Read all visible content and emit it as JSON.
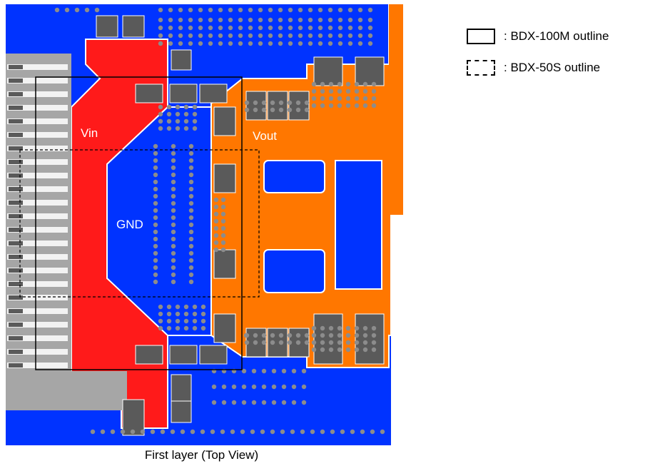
{
  "legend": {
    "items": [
      {
        "style": "solid",
        "label": ": BDX-100M outline"
      },
      {
        "style": "dashed",
        "label": ": BDX-50S outline"
      }
    ]
  },
  "caption": "First layer (Top View)",
  "nets": {
    "vin": "Vin",
    "gnd": "GND",
    "vout": "Vout"
  },
  "colors": {
    "gnd_plane": "#0033ff",
    "vin_copper": "#ff1a1a",
    "vout_copper": "#ff7700",
    "trace_gray": "#a6a6a6",
    "pad_gray": "#5a5a5a",
    "via_gray": "#8c8c8c",
    "clearance": "#ffffff"
  }
}
